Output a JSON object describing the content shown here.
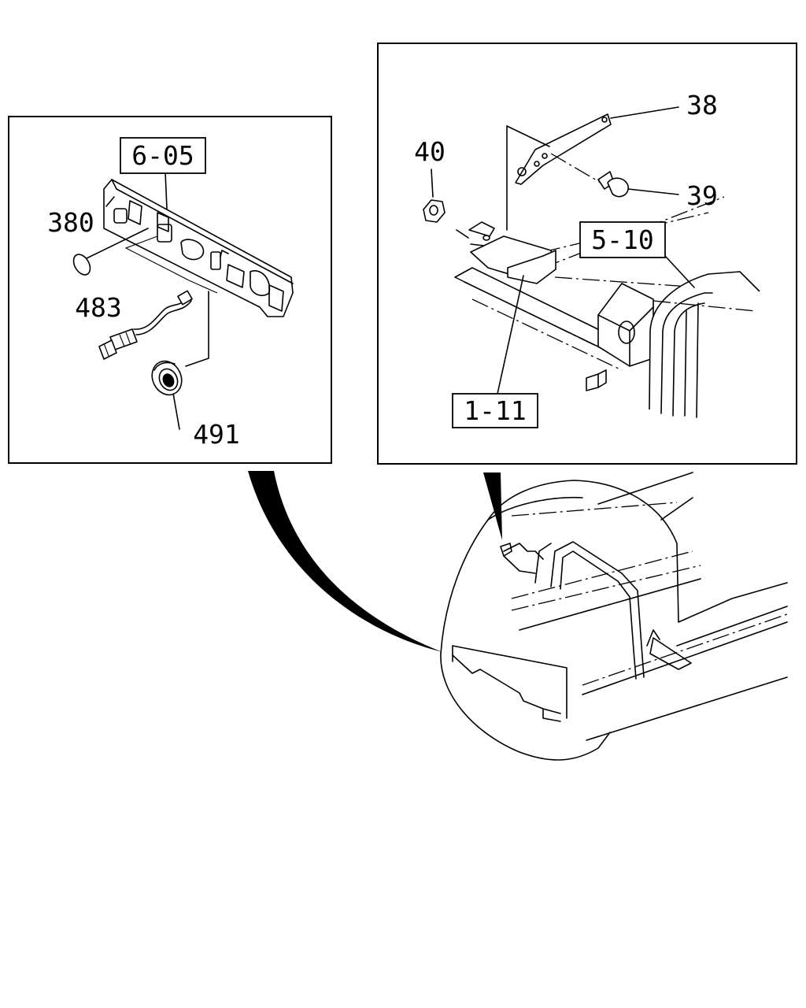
{
  "callouts": {
    "ref_6_05": "6-05",
    "ref_5_10": "5-10",
    "ref_1_11": "1-11",
    "part_380": "380",
    "part_483": "483",
    "part_491": "491",
    "part_38": "38",
    "part_39": "39",
    "part_40": "40"
  }
}
